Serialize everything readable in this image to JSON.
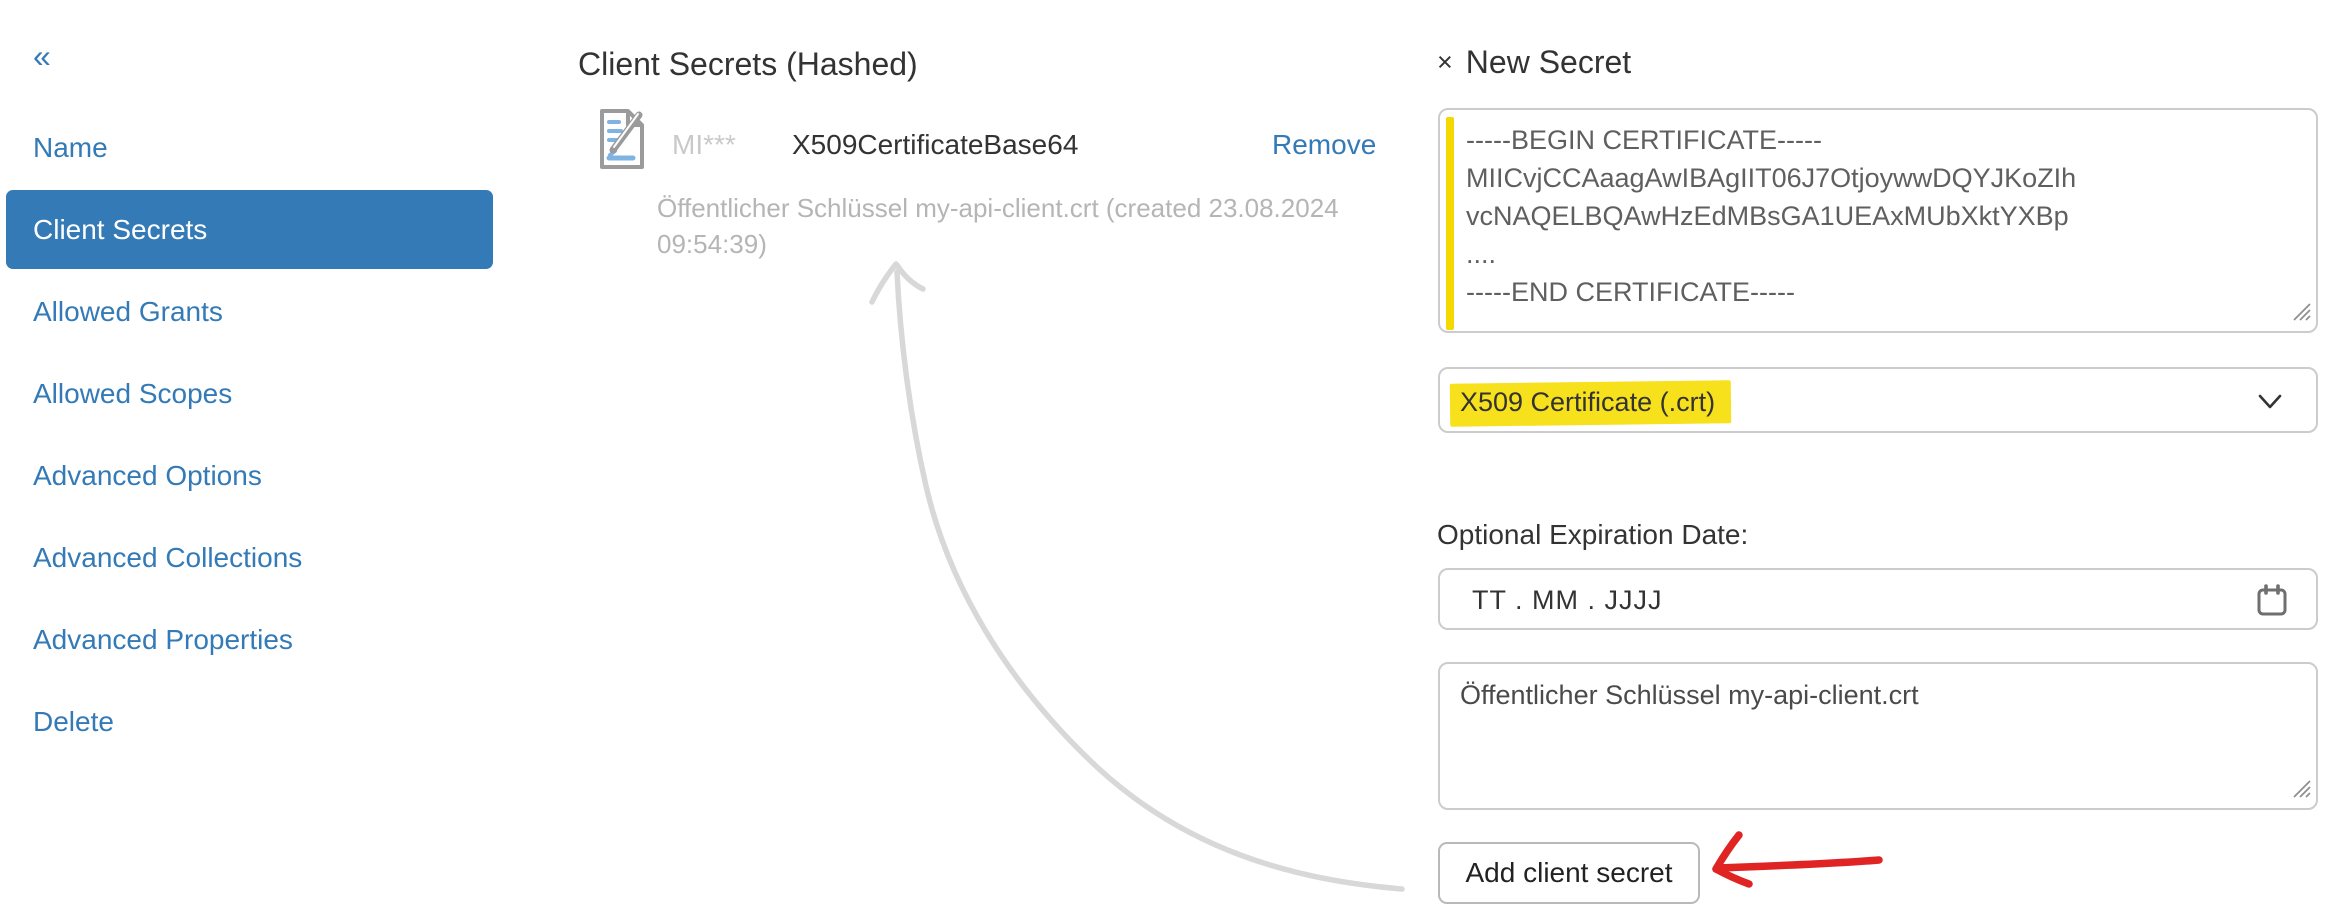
{
  "sidebar": {
    "collapse_glyph": "«",
    "items": [
      {
        "label": "Name",
        "active": false
      },
      {
        "label": "Client Secrets",
        "active": true
      },
      {
        "label": "Allowed Grants",
        "active": false
      },
      {
        "label": "Allowed Scopes",
        "active": false
      },
      {
        "label": "Advanced Options",
        "active": false
      },
      {
        "label": "Advanced Collections",
        "active": false
      },
      {
        "label": "Advanced Properties",
        "active": false
      },
      {
        "label": "Delete",
        "active": false
      }
    ]
  },
  "secrets_panel": {
    "title": "Client Secrets (Hashed)",
    "row": {
      "icon": "signed-document-icon",
      "value_masked": "MI***",
      "type": "X509CertificateBase64",
      "remove_label": "Remove",
      "description": "Öffentlicher Schlüssel my-api-client.crt (created 23.08.2024 09:54:39)"
    }
  },
  "new_secret_panel": {
    "close_glyph": "×",
    "title": "New Secret",
    "certificate_value": "-----BEGIN CERTIFICATE-----\nMIICvjCCAaagAwIBAgIIT06J7OtjoywwDQYJKoZIh\nvcNAQELBQAwHzEdMBsGA1UEAxMUbXktYXBp\n....\n-----END CERTIFICATE-----",
    "type_select": {
      "selected": "X509 Certificate (.crt)",
      "chevron_icon": "chevron-down-icon"
    },
    "expiration_label": "Optional Expiration Date:",
    "expiration_placeholder": "TT . MM . JJJJ",
    "calendar_icon": "calendar-icon",
    "description_value": "Öffentlicher Schlüssel my-api-client.crt",
    "add_button_label": "Add client secret"
  },
  "annotations": {
    "gray_arrow": "hand-drawn curved arrow pointing from Add-client-secret area to the created secret description",
    "red_arrow": "hand-drawn red arrow pointing at Add client secret button"
  },
  "colors": {
    "accent_blue": "#337ab7",
    "active_item_text": "#ffffff",
    "heading_text": "#333333",
    "muted_text": "#b5b5b5",
    "masked_text": "#c9c9c9",
    "cert_text": "#5f5f5f",
    "input_border": "#cccccc",
    "highlight_yellow": "#f7e01c",
    "stripe_yellow": "#f5d800",
    "annotation_red": "#e02424",
    "annotation_gray": "#d8d8d8"
  }
}
